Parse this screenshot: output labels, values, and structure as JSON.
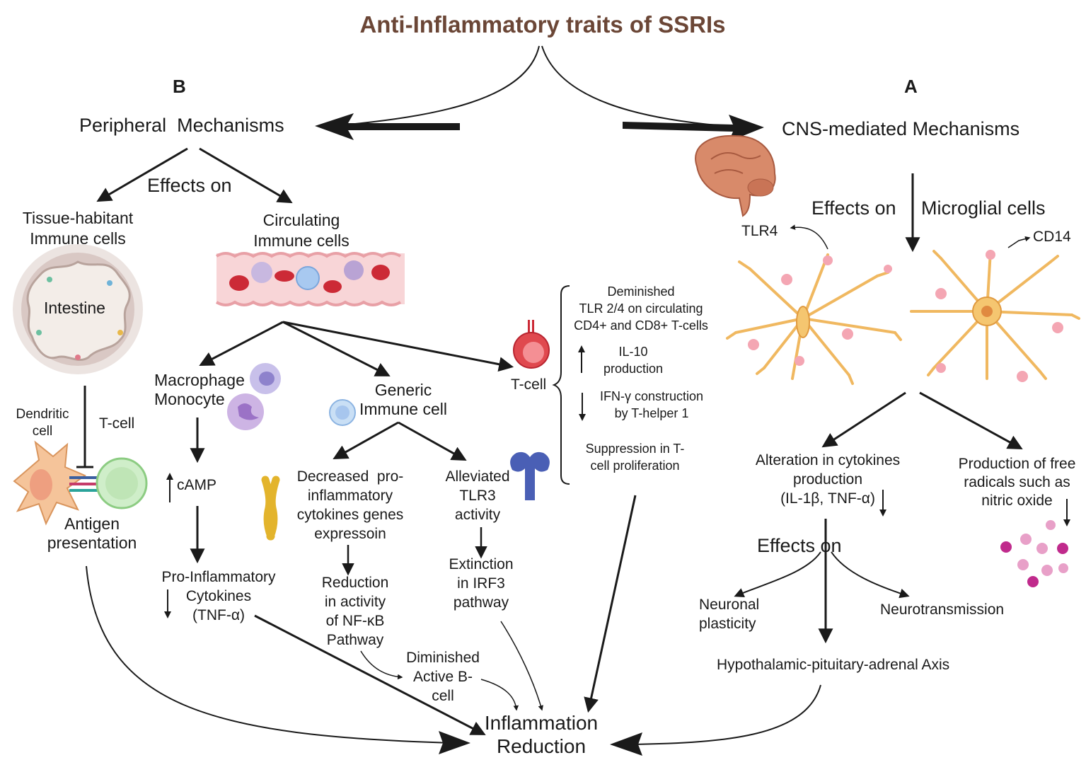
{
  "title": "Anti-Inflammatory traits of SSRIs",
  "panel_b": {
    "letter": "B",
    "heading": "Peripheral  Mechanisms",
    "effects_on": "Effects on",
    "tissue": [
      "Tissue-habitant",
      "Immune cells"
    ],
    "intestine": "Intestine",
    "dendritic": [
      "Dendritic",
      "cell"
    ],
    "t_cell_small": "T-cell",
    "antigen": [
      "Antigen",
      "presentation"
    ],
    "circulating": [
      "Circulating",
      "Immune cells"
    ],
    "macrophage": [
      "Macrophage",
      "Monocyte"
    ],
    "camp": "cAMP",
    "pro_inflam": [
      "Pro-Inflammatory",
      "Cytokines",
      "(TNF-α)"
    ],
    "generic": [
      "Generic",
      "Immune cell"
    ],
    "decreased": [
      "Decreased  pro-",
      "inflammatory",
      "cytokines genes",
      "expressoin"
    ],
    "reduction": [
      "Reduction",
      "in activity",
      "of NF-κB",
      "Pathway"
    ],
    "diminished_b": [
      "Diminished",
      "Active B-",
      "cell"
    ],
    "alleviated": [
      "Alleviated",
      "TLR3",
      "activity"
    ],
    "extinction": [
      "Extinction",
      "in IRF3",
      "pathway"
    ],
    "tcell": "T-cell",
    "tcell_effects": {
      "deminished": [
        "Deminished",
        "TLR 2/4 on circulating",
        "CD4+ and CD8+ T-cells"
      ],
      "il10": [
        "IL-10",
        "production"
      ],
      "ifn": [
        "IFN-γ construction",
        "by T-helper 1"
      ],
      "suppression": [
        "Suppression in T-",
        "cell proliferation"
      ]
    }
  },
  "panel_a": {
    "letter": "A",
    "heading": "CNS-mediated Mechanisms",
    "effects_on_microglial": [
      "Effects on",
      "Microglial cells"
    ],
    "tlr4": "TLR4",
    "cd14": "CD14",
    "alteration": [
      "Alteration in cytokines",
      "production",
      "(IL-1β, TNF-α)"
    ],
    "free_radicals": [
      "Production of free",
      "radicals such as",
      "nitric oxide"
    ],
    "effects_on": "Effects on",
    "neuronal": [
      "Neuronal",
      "plasticity"
    ],
    "neurotransmission": "Neurotransmission",
    "hpa": "Hypothalamic-pituitary-adrenal Axis"
  },
  "outcome": [
    "Inflammation",
    "Reduction"
  ],
  "colors": {
    "title": "#6b4636",
    "arrow": "#1a1a1a",
    "microglia": "#f0b860",
    "rbc": "#cc2a36",
    "vessel": "#f7c9cc",
    "receptor": "#4a5fb5",
    "chromosome": "#e3b42c",
    "free_radical": "#c02a8c"
  }
}
